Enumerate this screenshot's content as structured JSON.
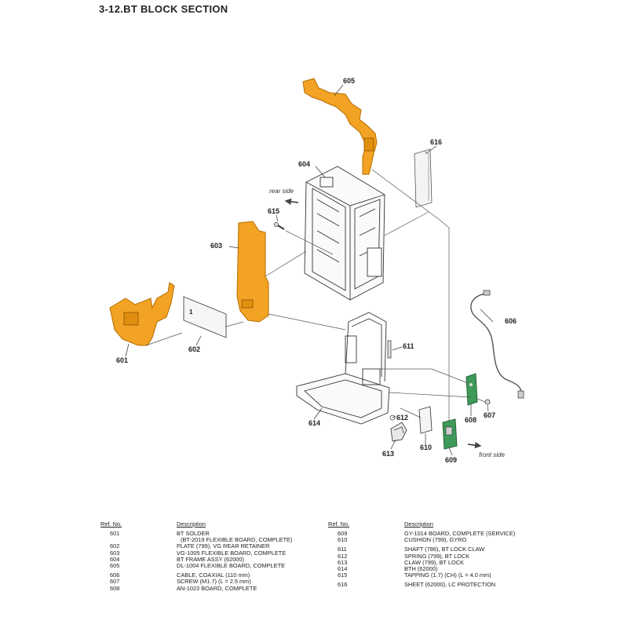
{
  "title": "3-12.BT  BLOCK SECTION",
  "diagram": {
    "callouts": [
      "605",
      "616",
      "604",
      "615",
      "603",
      "601",
      "602",
      "606",
      "611",
      "612",
      "608",
      "607",
      "614",
      "613",
      "610",
      "609"
    ],
    "rear_side": "rear side",
    "front_side": "front side",
    "colors": {
      "flex": "#f0a020",
      "flex_edge": "#b86e00",
      "board": "#3e9a58",
      "line": "#444444"
    }
  },
  "parts_list": {
    "header_ref": "Ref. No.",
    "header_desc": "Description",
    "left": [
      {
        "ref": "601",
        "desc": "BT SOLDER"
      },
      {
        "ref": "",
        "desc": "(BT-2019 FLEXIBLE BOARD, COMPLETE)"
      },
      {
        "ref": "602",
        "desc": "PLATE (799), VG REAR RETAINER"
      },
      {
        "ref": "603",
        "desc": "VG-1005 FLEXIBLE BOARD, COMPLETE"
      },
      {
        "ref": "604",
        "desc": "BT FRAME ASSY (62000)"
      },
      {
        "ref": "605",
        "desc": "DL-1004 FLEXIBLE BOARD, COMPLETE"
      },
      {
        "ref": "606",
        "desc": "CABLE, COAXIAL (110 mm)"
      },
      {
        "ref": "607",
        "desc": "SCREW (M1.7) (L = 2.5 mm)"
      },
      {
        "ref": "608",
        "desc": "AN-1023 BOARD, COMPLETE"
      }
    ],
    "right": [
      {
        "ref": "609",
        "desc": "GY-1014 BOARD, COMPLETE (SERVICE)"
      },
      {
        "ref": "610",
        "desc": "CUSHION (799), GYRO"
      },
      {
        "ref": "611",
        "desc": "SHAFT (786), BT LOCK CLAW"
      },
      {
        "ref": "612",
        "desc": "SPRING (799), BT LOCK"
      },
      {
        "ref": "613",
        "desc": "CLAW (799), BT LOCK"
      },
      {
        "ref": "614",
        "desc": "BTH (62000)"
      },
      {
        "ref": "615",
        "desc": "TAPPING (1.7) (CH) (L = 4.0 mm)"
      },
      {
        "ref": "616",
        "desc": "SHEET (62000), LC PROTECTION"
      }
    ]
  }
}
